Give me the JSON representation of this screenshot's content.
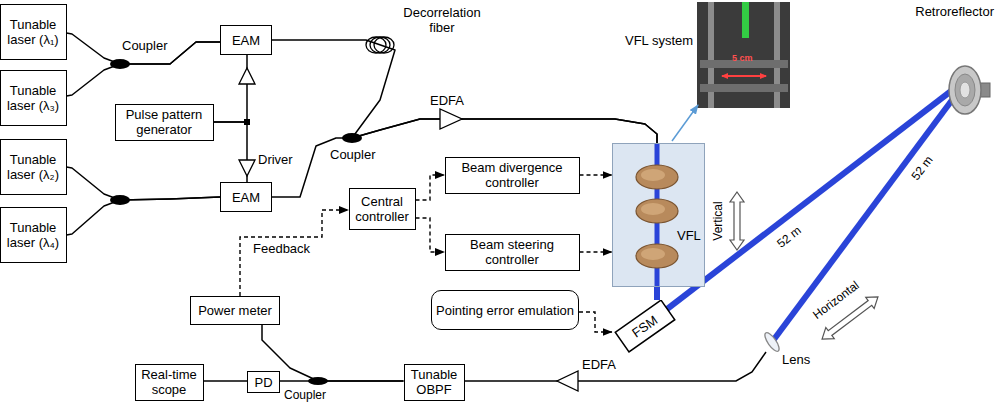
{
  "diagram": {
    "nodes": [
      {
        "text": [
          "Tunable laser (λ₁)"
        ]
      },
      {
        "text": [
          "Tunable laser (λ₃)"
        ]
      },
      {
        "text": [
          "Tunable laser (λ₂)"
        ]
      },
      {
        "text": [
          "Tunable laser (λ₄)"
        ]
      },
      {
        "text": [
          "EAM"
        ]
      },
      {
        "text": [
          "Pulse pattern generator"
        ]
      },
      {
        "text": [
          "EAM"
        ]
      },
      {
        "text": [
          "Beam divergence controller"
        ]
      },
      {
        "text": [
          "Central controller"
        ]
      },
      {
        "text": [
          "Beam steering controller"
        ]
      },
      {
        "text": [
          "VFL"
        ]
      },
      {
        "text": [
          "Pointing error emulation"
        ]
      },
      {
        "text": [
          "FSM"
        ]
      },
      {
        "text": [
          "Power meter"
        ]
      },
      {
        "text": [
          "Real-time scope"
        ]
      },
      {
        "text": [
          "PD"
        ]
      },
      {
        "text": [
          "Tunable OBPF"
        ]
      }
    ],
    "edges": [
      {
        "from": 0,
        "to": 4,
        "arrow": "none"
      },
      {
        "from": 1,
        "to": 4,
        "arrow": "none"
      },
      {
        "from": 2,
        "to": 6,
        "arrow": "none"
      },
      {
        "from": 3,
        "to": 6,
        "arrow": "none"
      },
      {
        "from": 5,
        "to": 4,
        "arrow": "none"
      },
      {
        "from": 5,
        "to": 6,
        "arrow": "none"
      },
      {
        "from": 4,
        "to": 10,
        "arrow": "none"
      },
      {
        "from": 6,
        "to": 10,
        "arrow": "none"
      },
      {
        "from": 8,
        "to": 7,
        "arrow": "to"
      },
      {
        "from": 8,
        "to": 9,
        "arrow": "to"
      },
      {
        "from": 7,
        "to": 10,
        "arrow": "to"
      },
      {
        "from": 9,
        "to": 10,
        "arrow": "to"
      },
      {
        "from": 13,
        "to": 8,
        "label": "Feedback",
        "arrow": "to"
      },
      {
        "from": 11,
        "to": 12,
        "arrow": "to"
      },
      {
        "from": 10,
        "to": 12,
        "arrow": "none"
      },
      {
        "from": 16,
        "to": 13,
        "arrow": "none"
      },
      {
        "from": 16,
        "to": 15,
        "arrow": "none"
      },
      {
        "from": 15,
        "to": 14,
        "arrow": "none"
      }
    ],
    "labels": [
      "Coupler",
      "Decorrelation fiber",
      "Driver",
      "Coupler",
      "EDFA",
      "VFL system",
      "5 cm",
      "Retroreflector",
      "Vertical",
      "52 m",
      "52 m",
      "Horizontal",
      "Lens",
      "EDFA",
      "Coupler"
    ]
  }
}
